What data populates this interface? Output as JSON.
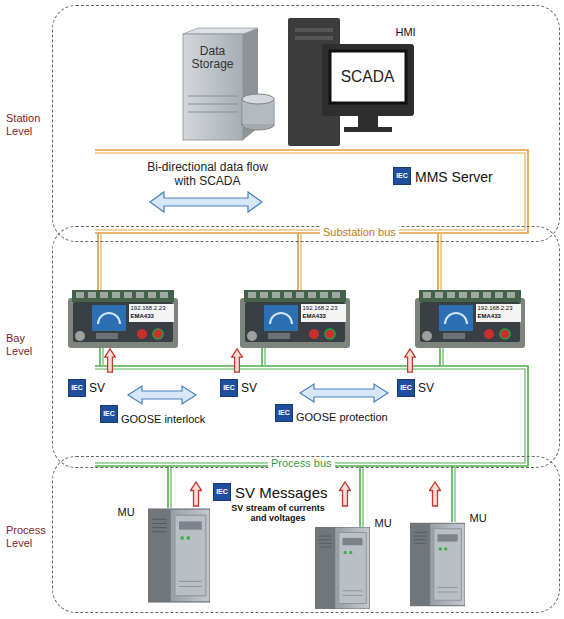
{
  "diagram": {
    "nodes": [
      {
        "text": [
          "Station Level"
        ]
      },
      {
        "text": [
          "Data Storage"
        ],
        "in": 0
      },
      {
        "text": [
          "SCADA",
          "HMI"
        ],
        "in": 0
      },
      {
        "text": [
          "Bay Level"
        ]
      },
      {
        "text": [
          "192.168.2.23",
          "EMA433"
        ],
        "in": 3
      },
      {
        "text": [
          "192.168.2.23",
          "EMA433"
        ],
        "in": 3
      },
      {
        "text": [
          "192.168.2.23",
          "EMA433"
        ],
        "in": 3
      },
      {
        "text": [
          "Process Level"
        ]
      },
      {
        "text": [
          "MU"
        ],
        "in": 7
      },
      {
        "text": [
          "MU"
        ],
        "in": 7
      },
      {
        "text": [
          "MU"
        ],
        "in": 7
      }
    ],
    "labels": [
      "Bi-directional data flow with SCADA",
      "IEC",
      "MMS Server",
      "Substation bus",
      "IEC",
      "SV",
      "IEC",
      "SV",
      "IEC",
      "SV",
      "IEC",
      "GOOSE interlock",
      "IEC",
      "GOOSE protection",
      "Process bus",
      "IEC",
      "SV Messages",
      "SV stream of currents and voltages"
    ]
  }
}
